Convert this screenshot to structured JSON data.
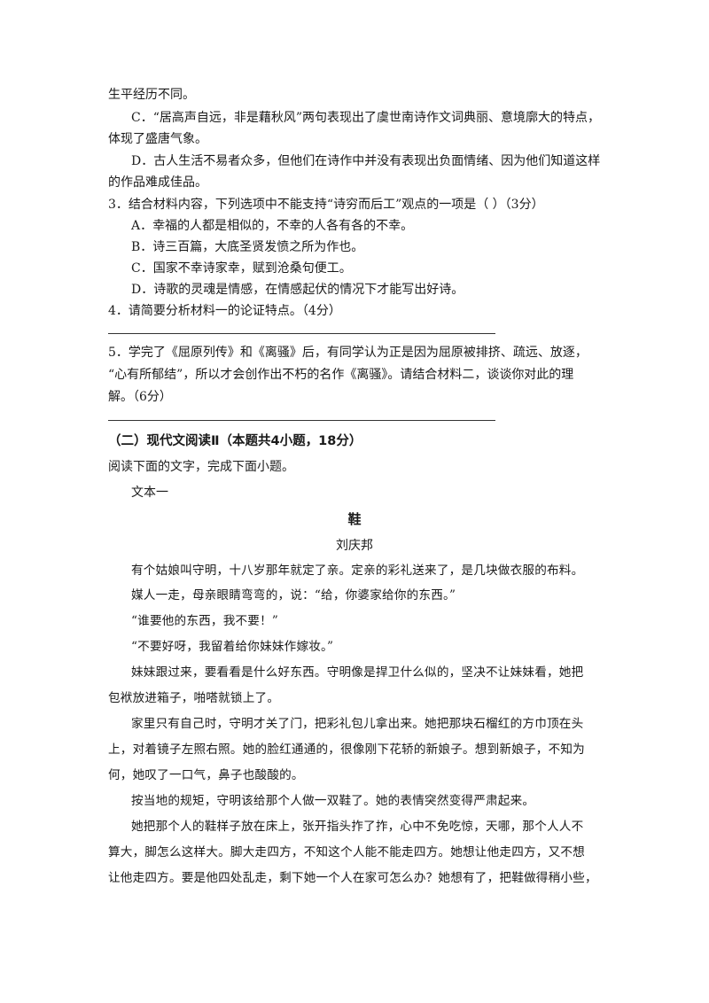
{
  "lines_top": [
    "生平经历不同。",
    "C．“居高声自远，非是藉秋风”两句表现出了虞世南诗作文词典丽、意境廓大的特点，",
    "体现了盛唐气象。",
    "D．古人生活不易者众多，但他们在诗作中并没有表现出负面情绪、因为他们知道这样",
    "的作品难成佳品。"
  ],
  "q3": {
    "stem": "3．结合材料内容，下列选项中不能支持“诗穷而后工”观点的一项是（ ）（3分）",
    "options": [
      "A．幸福的人都是相似的，不幸的人各有各的不幸。",
      "B．诗三百篇，大底圣贤发愤之所为作也。",
      "C．国家不幸诗家幸，赋到沧桑句便工。",
      "D．诗歌的灵魂是情感，在情感起伏的情况下才能写出好诗。"
    ]
  },
  "q4": {
    "stem": "4．请简要分析材料一的论证特点。（4分）"
  },
  "q5": {
    "lines": [
      "5．学完了《屈原列传》和《离骚》后，有同学认为正是因为屈原被排挤、疏远、放逐，",
      "“心有所郁结”，所以才会创作出不朽的名作《离骚》。请结合材料二，谈谈你对此的理",
      "解。（6分）"
    ]
  },
  "section": {
    "heading": "（二）现代文阅读Ⅱ（本题共4小题，18分）",
    "instruction": "阅读下面的文字，完成下面小题。",
    "text_label": "文本一"
  },
  "story": {
    "title": "鞋",
    "author": "刘庆邦",
    "lines": [
      "有个姑娘叫守明，十八岁那年就定了亲。定亲的彩礼送来了，是几块做衣服的布料。",
      "媒人一走，母亲眼睛弯弯的，说：“给，你婆家给你的东西。”",
      "“谁要他的东西，我不要！”",
      "“不要好呀，我留着给你妹妹作嫁妆。”",
      "妹妹跟过来，要看看是什么好东西。守明像是捍卫什么似的，坚决不让妹妹看，她把",
      "包袱放进箱子，啪嗒就锁上了。",
      "家里只有自己时，守明才关了门，把彩礼包儿拿出来。她把那块石榴红的方巾顶在头",
      "上，对着镜子左照右照。她的脸红通通的，很像刚下花轿的新娘子。想到新娘子，不知为",
      "何，她叹了一口气，鼻子也酸酸的。",
      "按当地的规矩，守明该给那个人做一双鞋了。她的表情突然变得严肃起来。",
      "她把那个人的鞋样子放在床上，张开指头拃了拃，心中不免吃惊，天哪，那个人人不",
      "算大，脚怎么这样大。脚大走四方，不知这个人能不能走四方。她想让他走四方，又不想",
      "让他走四方。要是他四处乱走，剩下她一个人在家可怎么办？她想有了，把鞋做得稍小些，"
    ]
  }
}
